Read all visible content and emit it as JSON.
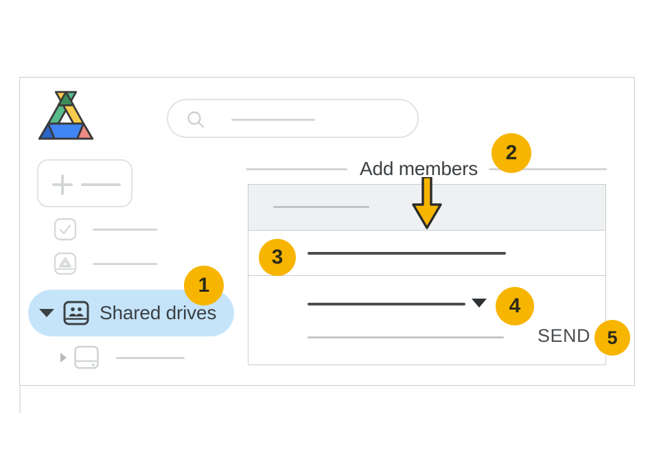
{
  "app": {
    "logo_icon": "google-drive-logo",
    "frame_label": "google-drive-window"
  },
  "search": {
    "icon": "search-icon",
    "placeholder": ""
  },
  "new_button": {
    "icon": "plus-icon",
    "label": ""
  },
  "sidebar": {
    "items": [
      {
        "icon": "checkmark-square-icon",
        "label": ""
      },
      {
        "icon": "drive-square-icon",
        "label": ""
      },
      {
        "icon": "shared-drives-icon",
        "label": "Shared drives",
        "expander": "caret-down-icon",
        "selected": true
      },
      {
        "icon": "drive-item-icon",
        "label": "",
        "expander": "caret-right-icon"
      }
    ]
  },
  "section": {
    "title": "Add members"
  },
  "dialog": {
    "header": {
      "placeholder": ""
    },
    "row_email": {
      "placeholder": ""
    },
    "row_role": {
      "placeholder": "",
      "caret_icon": "dropdown-caret-icon"
    },
    "row_message": {
      "placeholder": ""
    },
    "send_label": "SEND"
  },
  "annotations": {
    "arrow_icon": "down-arrow-annotation",
    "badges": [
      {
        "id": "badge-1",
        "text": "1"
      },
      {
        "id": "badge-2",
        "text": "2"
      },
      {
        "id": "badge-3",
        "text": "3"
      },
      {
        "id": "badge-4",
        "text": "4"
      },
      {
        "id": "badge-5",
        "text": "5"
      }
    ]
  },
  "colors": {
    "badge": "#f7b500",
    "selected_pill": "#c5e4fa",
    "frame_border": "#c9cccd",
    "dialog_header": "#eef0f1",
    "text": "#3c4043"
  }
}
